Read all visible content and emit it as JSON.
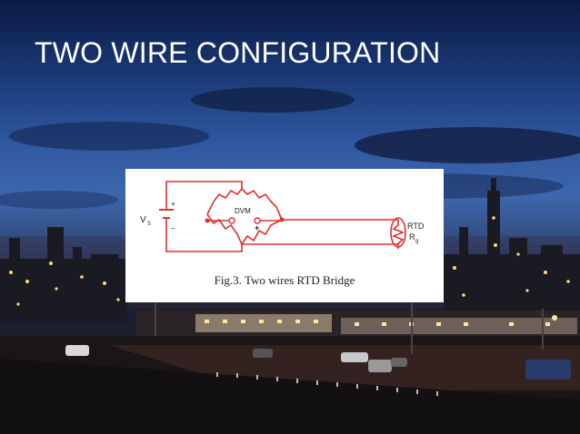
{
  "slide": {
    "title": "TWO WIRE CONFIGURATION"
  },
  "figure": {
    "labels": {
      "source": "V",
      "source_sub": "S",
      "plus_left": "+",
      "minus_left": "–",
      "meter": "DVM",
      "plus_meter": "+",
      "sensor": "RTD",
      "resistance": "R",
      "resistance_sub": "g"
    },
    "caption": "Fig.3. Two wires RTD Bridge"
  },
  "colors": {
    "wire": "#e03030",
    "background_top": "#0b1a44",
    "background_mid": "#3d67ad"
  }
}
